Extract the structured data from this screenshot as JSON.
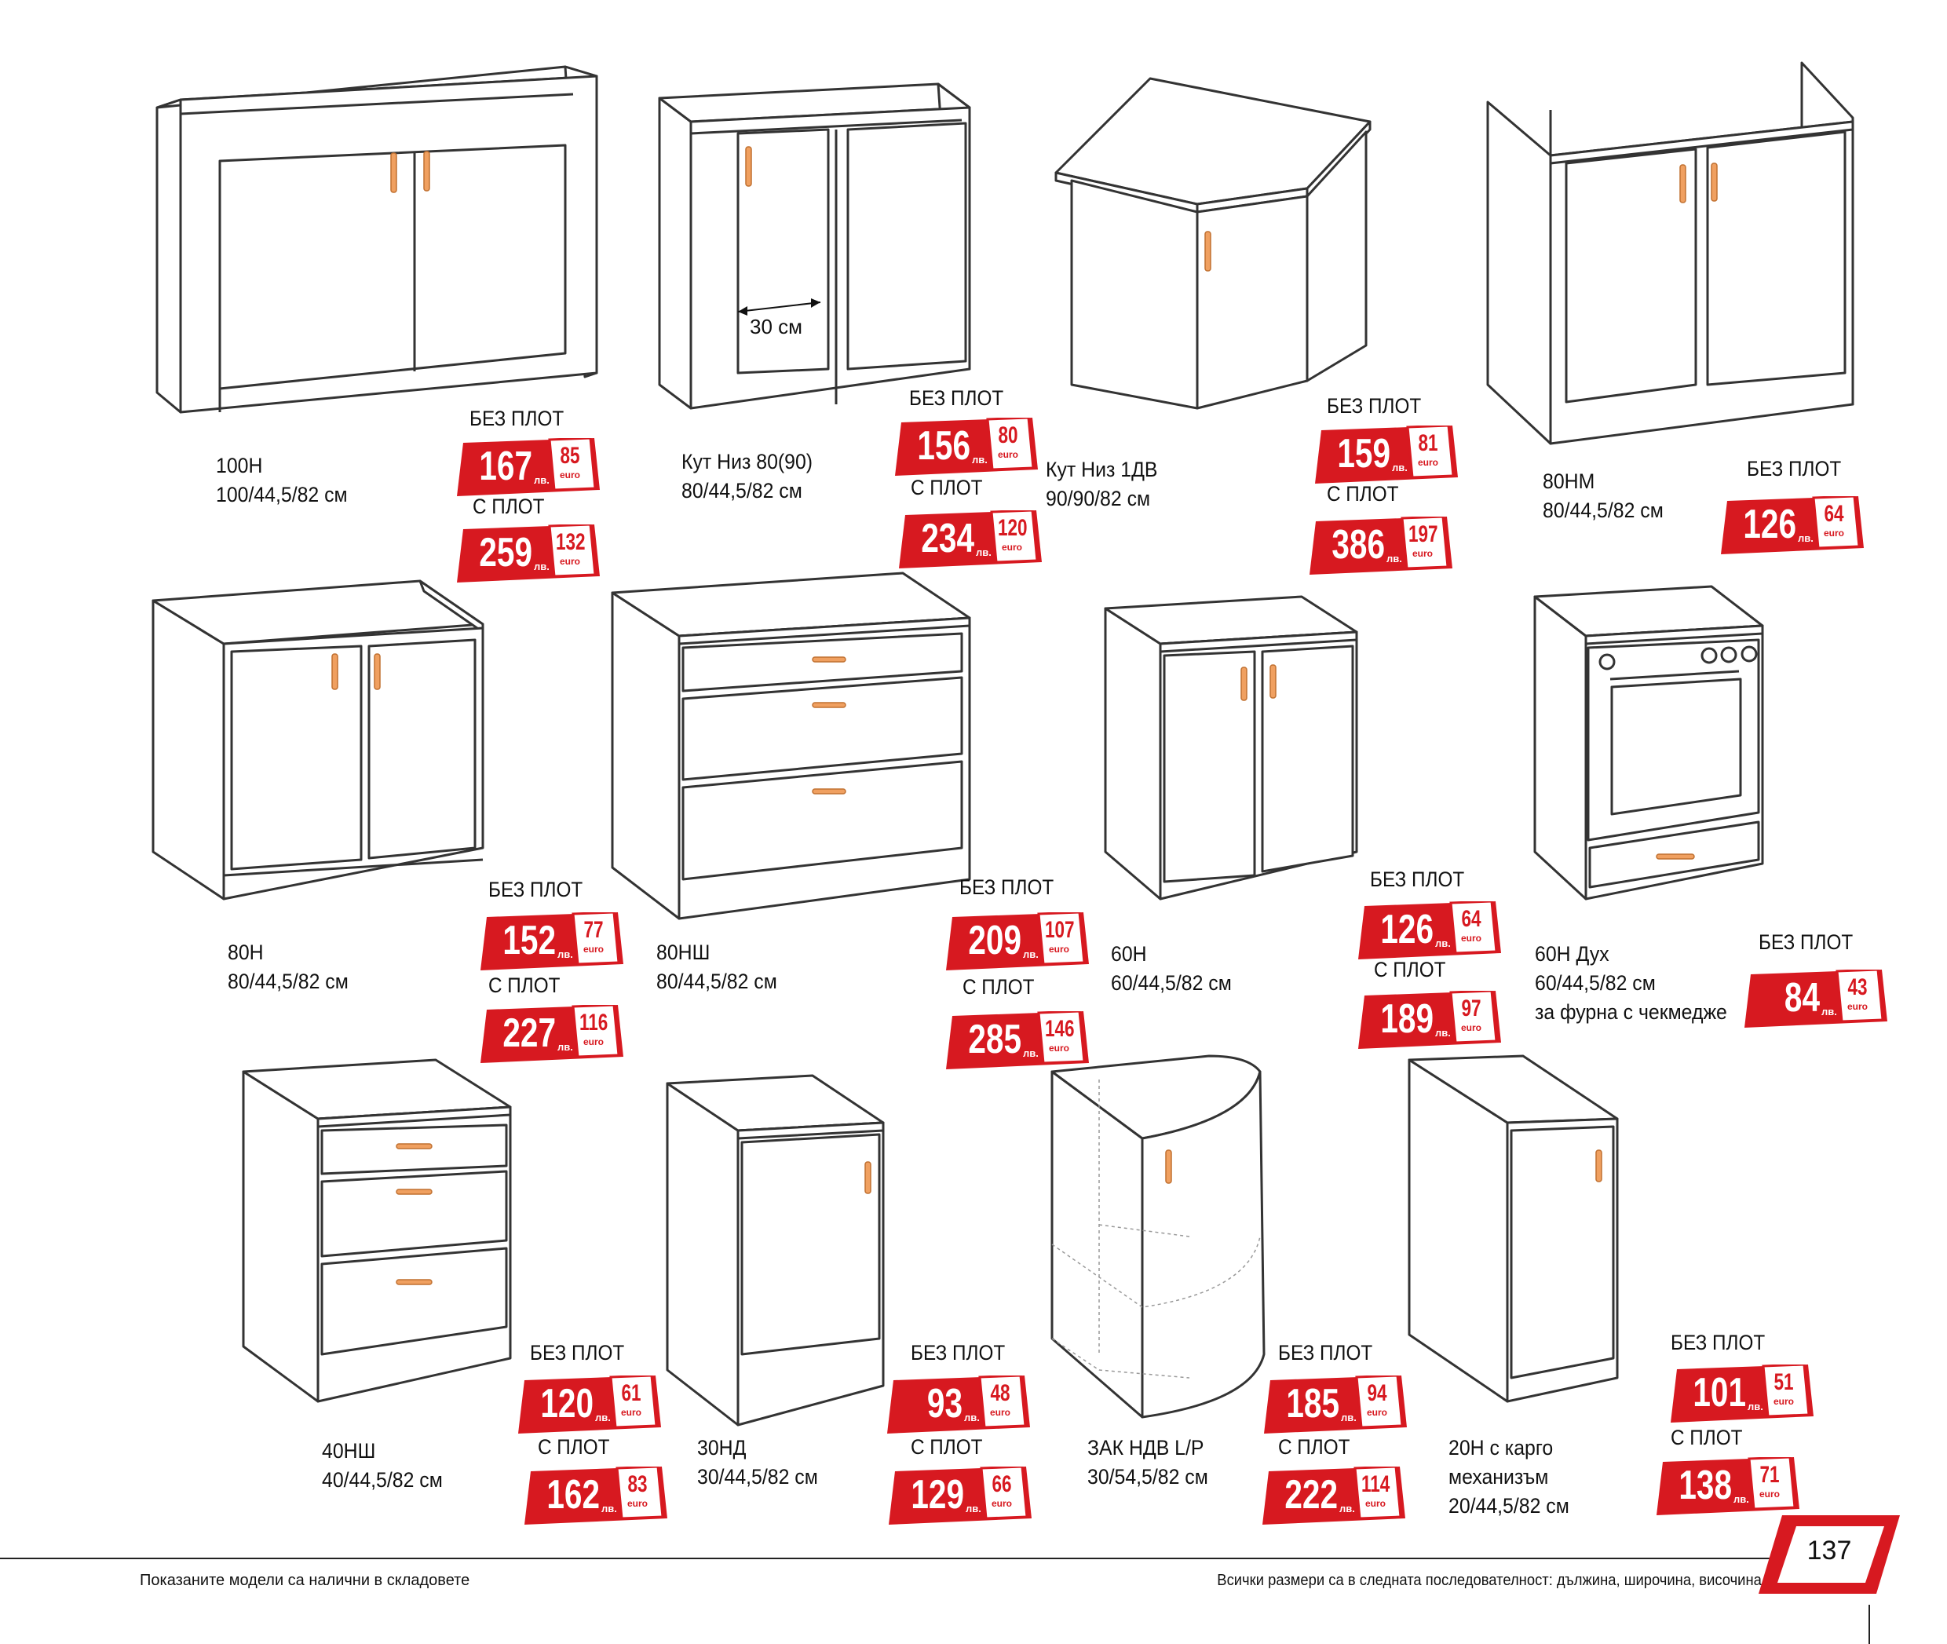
{
  "labels": {
    "without_top": "БЕЗ ПЛОТ",
    "with_top": "С ПЛОТ",
    "currency_bgn": "лв.",
    "currency_eur": "euro"
  },
  "products": [
    {
      "name": "100Н",
      "dims": "100/44,5/82 см",
      "without_bgn": "167",
      "without_eur": "85",
      "with_bgn": "259",
      "with_eur": "132"
    },
    {
      "name": "Кут Низ 80(90)",
      "dims": "80/44,5/82 см",
      "note": "30 см",
      "without_bgn": "156",
      "without_eur": "80",
      "with_bgn": "234",
      "with_eur": "120"
    },
    {
      "name": "Кут Низ 1ДВ",
      "dims": "90/90/82 см",
      "without_bgn": "159",
      "without_eur": "81",
      "with_bgn": "386",
      "with_eur": "197"
    },
    {
      "name": "80НМ",
      "dims": "80/44,5/82 см",
      "without_bgn": "126",
      "without_eur": "64"
    },
    {
      "name": "80Н",
      "dims": "80/44,5/82 см",
      "without_bgn": "152",
      "without_eur": "77",
      "with_bgn": "227",
      "with_eur": "116"
    },
    {
      "name": "80НШ",
      "dims": "80/44,5/82 см",
      "without_bgn": "209",
      "without_eur": "107",
      "with_bgn": "285",
      "with_eur": "146"
    },
    {
      "name": "60Н",
      "dims": "60/44,5/82 см",
      "without_bgn": "126",
      "without_eur": "64",
      "with_bgn": "189",
      "with_eur": "97"
    },
    {
      "name": "60Н Дух",
      "dims": "60/44,5/82 см",
      "extra": "за фурна с чекмедже",
      "without_bgn": "84",
      "without_eur": "43"
    },
    {
      "name": "40НШ",
      "dims": "40/44,5/82 см",
      "without_bgn": "120",
      "without_eur": "61",
      "with_bgn": "162",
      "with_eur": "83"
    },
    {
      "name": "30НД",
      "dims": "30/44,5/82 см",
      "without_bgn": "93",
      "without_eur": "48",
      "with_bgn": "129",
      "with_eur": "66"
    },
    {
      "name": "ЗАК НДВ L/P",
      "dims": "30/54,5/82 см",
      "without_bgn": "185",
      "without_eur": "94",
      "with_bgn": "222",
      "with_eur": "114"
    },
    {
      "name": "20Н с карго",
      "name2": "механизъм",
      "dims": "20/44,5/82 см",
      "without_bgn": "101",
      "without_eur": "51",
      "with_bgn": "138",
      "with_eur": "71"
    }
  ],
  "footer": {
    "left": "Показаните модели са налични в складовете",
    "right": "Всички размери са в следната последователност: дължина, широчина, височина",
    "page": "137"
  },
  "colors": {
    "accent": "#d71920",
    "handle": "#f0a060",
    "line": "#333333"
  }
}
